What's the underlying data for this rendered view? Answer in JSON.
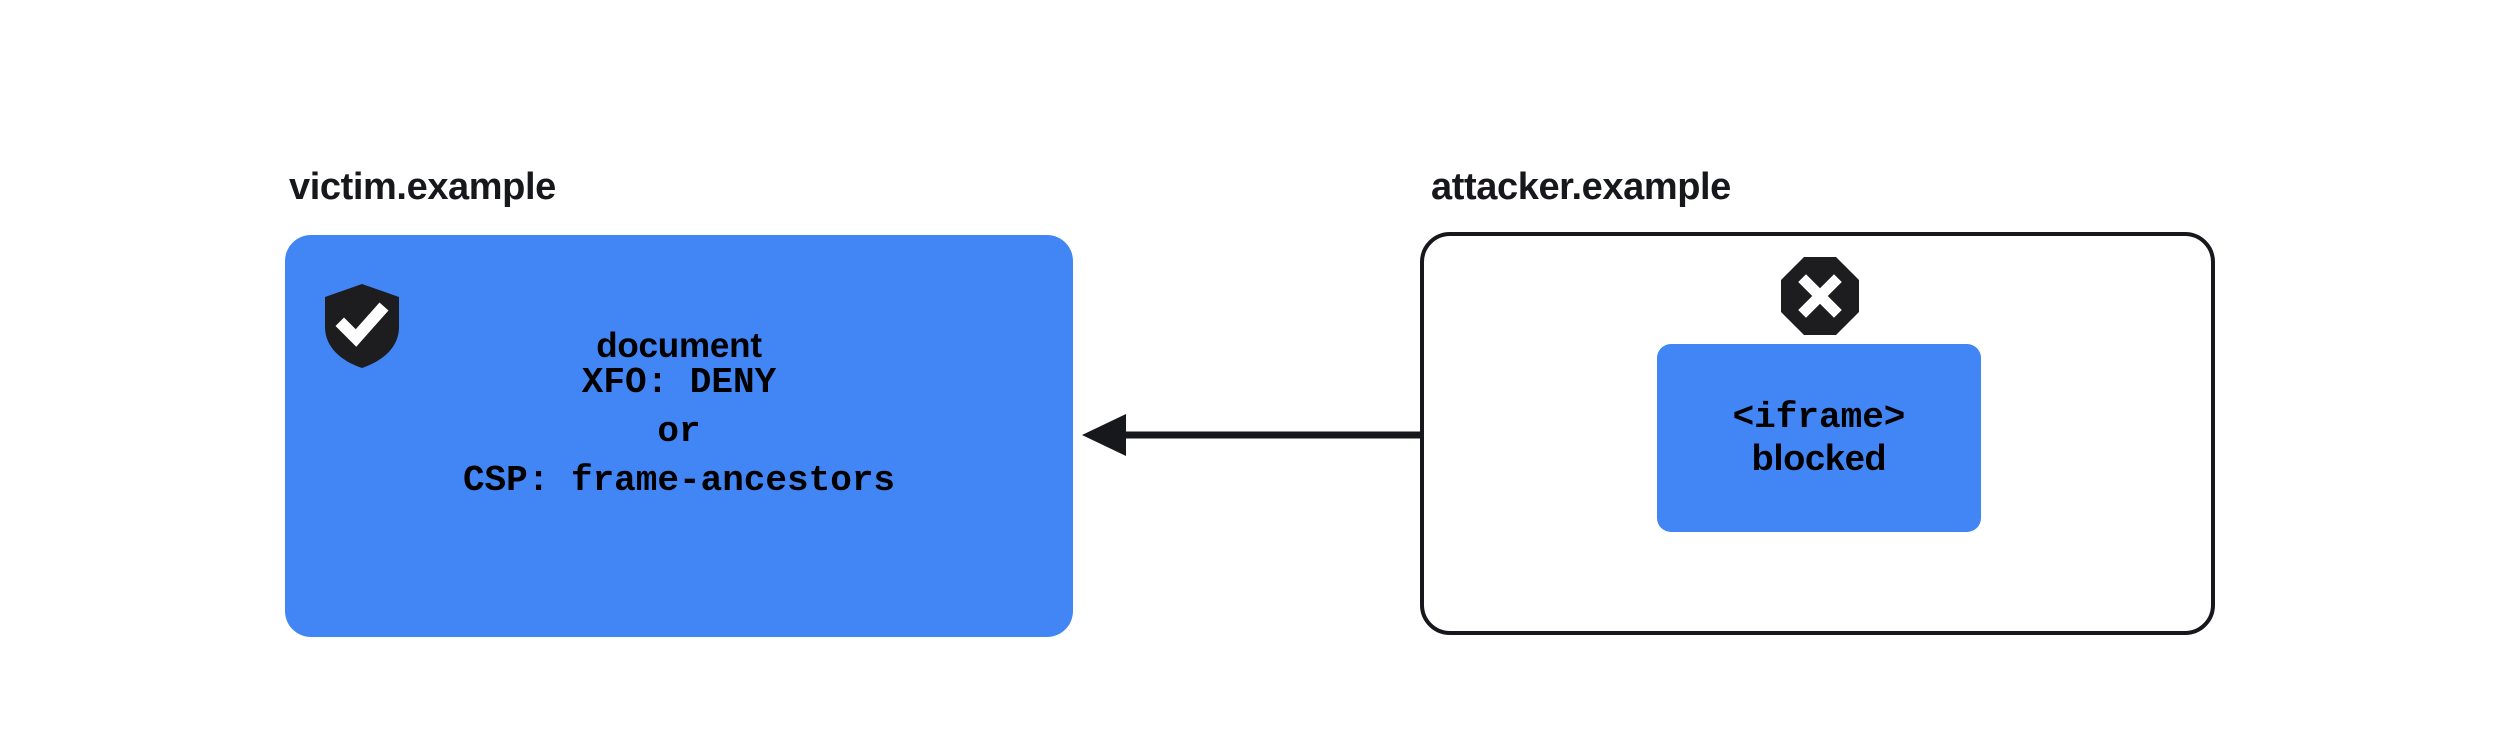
{
  "colors": {
    "brand_blue": "#4285f4",
    "ink": "#16181c",
    "page_background": "#ffffff",
    "icon_fill": "#1d1d1f",
    "icon_glyph": "#ffffff"
  },
  "victim": {
    "label": "victim.example",
    "shield_icon_name": "shield-check-icon",
    "lines": [
      {
        "text": "document",
        "style": "sans"
      },
      {
        "text": "XFO: DENY",
        "style": "mono"
      },
      {
        "text": "or",
        "style": "mono"
      },
      {
        "text": "CSP: frame-ancestors",
        "style": "mono"
      }
    ]
  },
  "attacker": {
    "label": "attacker.example",
    "blocked_badge_icon_name": "octagon-x-icon",
    "iframe_card": {
      "tag": "<iframe>",
      "status": "blocked"
    }
  },
  "arrow": {
    "icon_name": "left-arrow",
    "direction": "right-to-left",
    "from": "attacker.example <iframe>",
    "to": "victim.example document"
  }
}
